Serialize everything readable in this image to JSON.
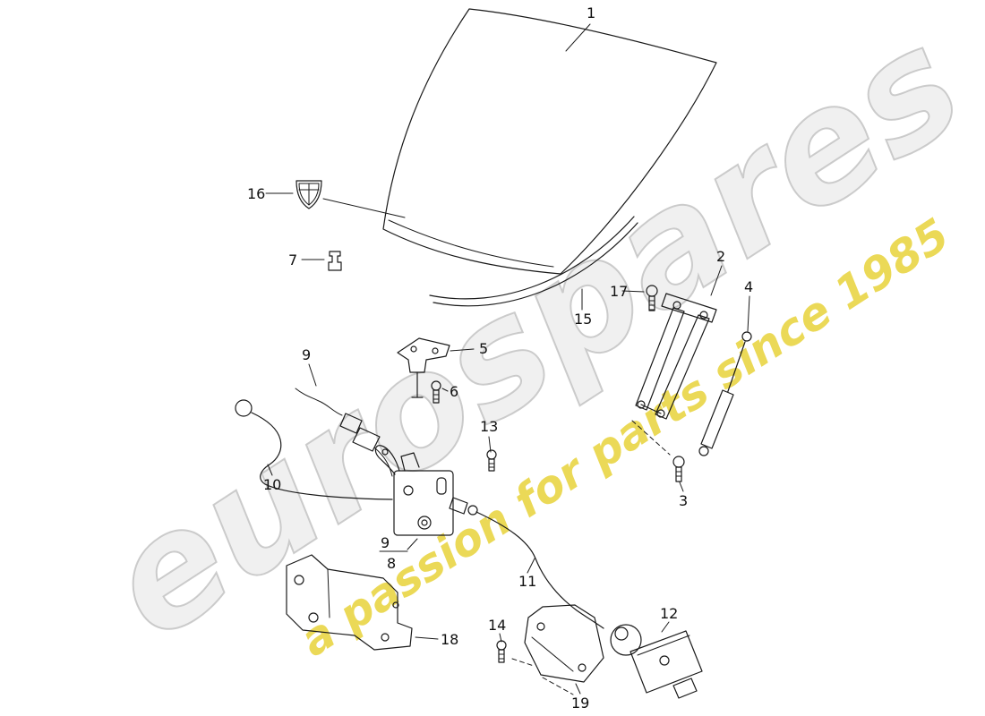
{
  "diagram": {
    "type": "exploded-parts-diagram",
    "subject": "cover / hood with lock and hinge components",
    "line_color": "#1a1a1a",
    "background": "#ffffff"
  },
  "watermark": {
    "brand": "eurospares",
    "tagline": "a passion for parts since 1985",
    "brand_fill": "#e2e2e2",
    "brand_stroke": "#b8b8b8",
    "tagline_color": "#e8d23a"
  },
  "callouts": [
    {
      "id": "part-1",
      "label": "1"
    },
    {
      "id": "part-2",
      "label": "2"
    },
    {
      "id": "part-3",
      "label": "3"
    },
    {
      "id": "part-4",
      "label": "4"
    },
    {
      "id": "part-5",
      "label": "5"
    },
    {
      "id": "part-6",
      "label": "6"
    },
    {
      "id": "part-7",
      "label": "7"
    },
    {
      "id": "part-8",
      "label": "8"
    },
    {
      "id": "part-9-upper",
      "label": "9"
    },
    {
      "id": "part-9-lower",
      "label": "9"
    },
    {
      "id": "part-10",
      "label": "10"
    },
    {
      "id": "part-11",
      "label": "11"
    },
    {
      "id": "part-12",
      "label": "12"
    },
    {
      "id": "part-13",
      "label": "13"
    },
    {
      "id": "part-14",
      "label": "14"
    },
    {
      "id": "part-15",
      "label": "15"
    },
    {
      "id": "part-16",
      "label": "16"
    },
    {
      "id": "part-17",
      "label": "17"
    },
    {
      "id": "part-18",
      "label": "18"
    },
    {
      "id": "part-19",
      "label": "19"
    }
  ]
}
